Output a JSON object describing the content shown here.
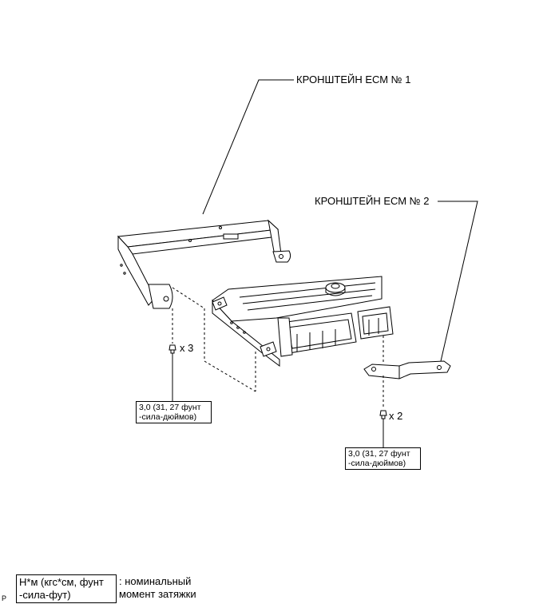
{
  "labels": {
    "bracket1": "КРОНШТЕЙН ЕСМ № 1",
    "bracket2": "КРОНШТЕЙН ЕСМ № 2"
  },
  "fasteners": {
    "qty_left": "x 3",
    "qty_right": "x 2"
  },
  "torque": {
    "left_line1": "3,0 (31, 27 фунт",
    "left_line2": "-сила-дюймов)",
    "right_line1": "3,0 (31, 27 фунт",
    "right_line2": "-сила-дюймов)"
  },
  "legend": {
    "box_line1": "Н*м (кгс*см, фунт",
    "box_line2": "-сила-фут)",
    "desc_line1": ": номинальный",
    "desc_line2": "момент затяжки"
  },
  "corner_mark": "P"
}
